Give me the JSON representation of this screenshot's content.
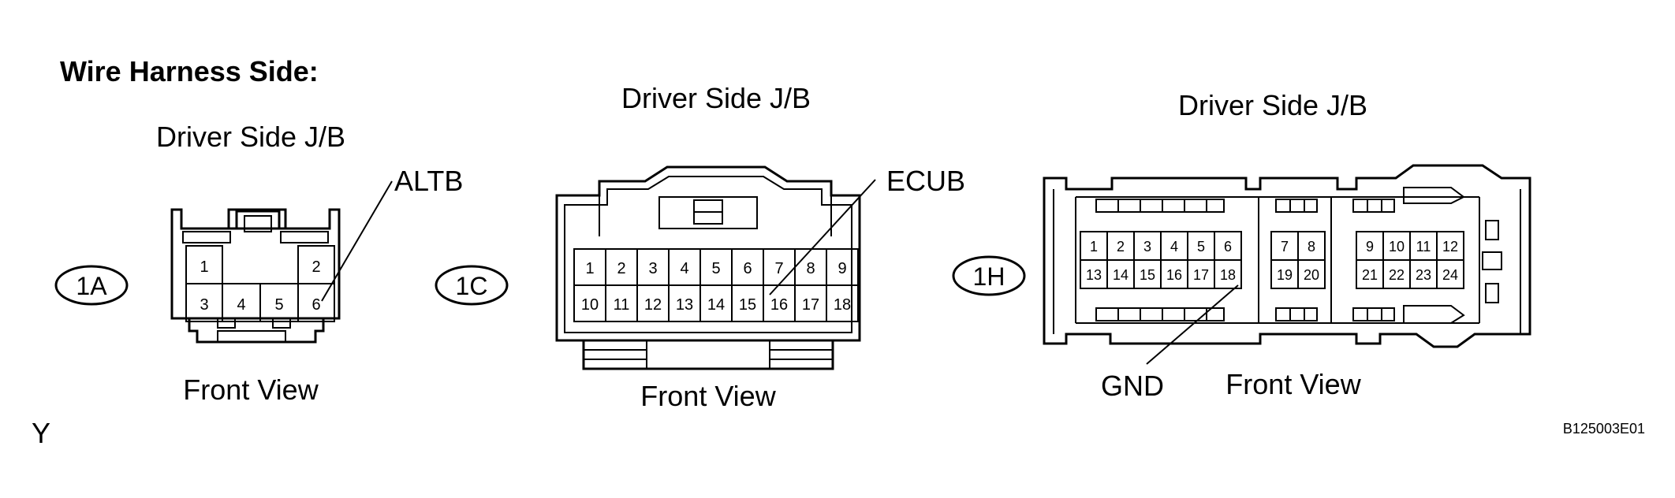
{
  "title": "Wire Harness Side:",
  "footer": {
    "left_mark": "Y",
    "figure_id": "B125003E01"
  },
  "connectors": [
    {
      "id": "1A",
      "label": "Driver Side J/B",
      "view": "Front View",
      "pins": [
        "1",
        "2",
        "3",
        "4",
        "5",
        "6"
      ],
      "callouts": [
        {
          "text": "ALTB",
          "pin": "6"
        }
      ]
    },
    {
      "id": "1C",
      "label": "Driver Side J/B",
      "view": "Front View",
      "pins": [
        "1",
        "2",
        "3",
        "4",
        "5",
        "6",
        "7",
        "8",
        "9",
        "10",
        "11",
        "12",
        "13",
        "14",
        "15",
        "16",
        "17",
        "18"
      ],
      "callouts": [
        {
          "text": "ECUB",
          "pin": "16"
        }
      ]
    },
    {
      "id": "1H",
      "label": "Driver Side J/B",
      "view": "Front View",
      "pins": [
        "1",
        "2",
        "3",
        "4",
        "5",
        "6",
        "7",
        "8",
        "9",
        "10",
        "11",
        "12",
        "13",
        "14",
        "15",
        "16",
        "17",
        "18",
        "19",
        "20",
        "21",
        "22",
        "23",
        "24"
      ],
      "callouts": [
        {
          "text": "GND",
          "pin": "18"
        }
      ]
    }
  ]
}
